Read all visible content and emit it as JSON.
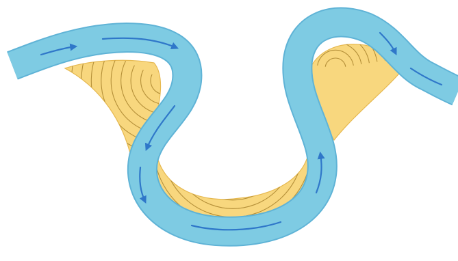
{
  "diagram": {
    "subject": "meandering-river-point-bars",
    "colors": {
      "background": "#ffffff",
      "river_fill": "#7ecbe3",
      "river_edge": "#5fb3d6",
      "point_bar_fill": "#f8d77e",
      "point_bar_edge": "#e6b84f",
      "scroll_line": "#b48f38",
      "flow_arrow": "#2f77c9"
    },
    "point_bars": [
      "left-point-bar",
      "bottom-point-bar",
      "right-point-bar"
    ],
    "flow_direction": "left-to-right",
    "arrow_count": 6
  }
}
